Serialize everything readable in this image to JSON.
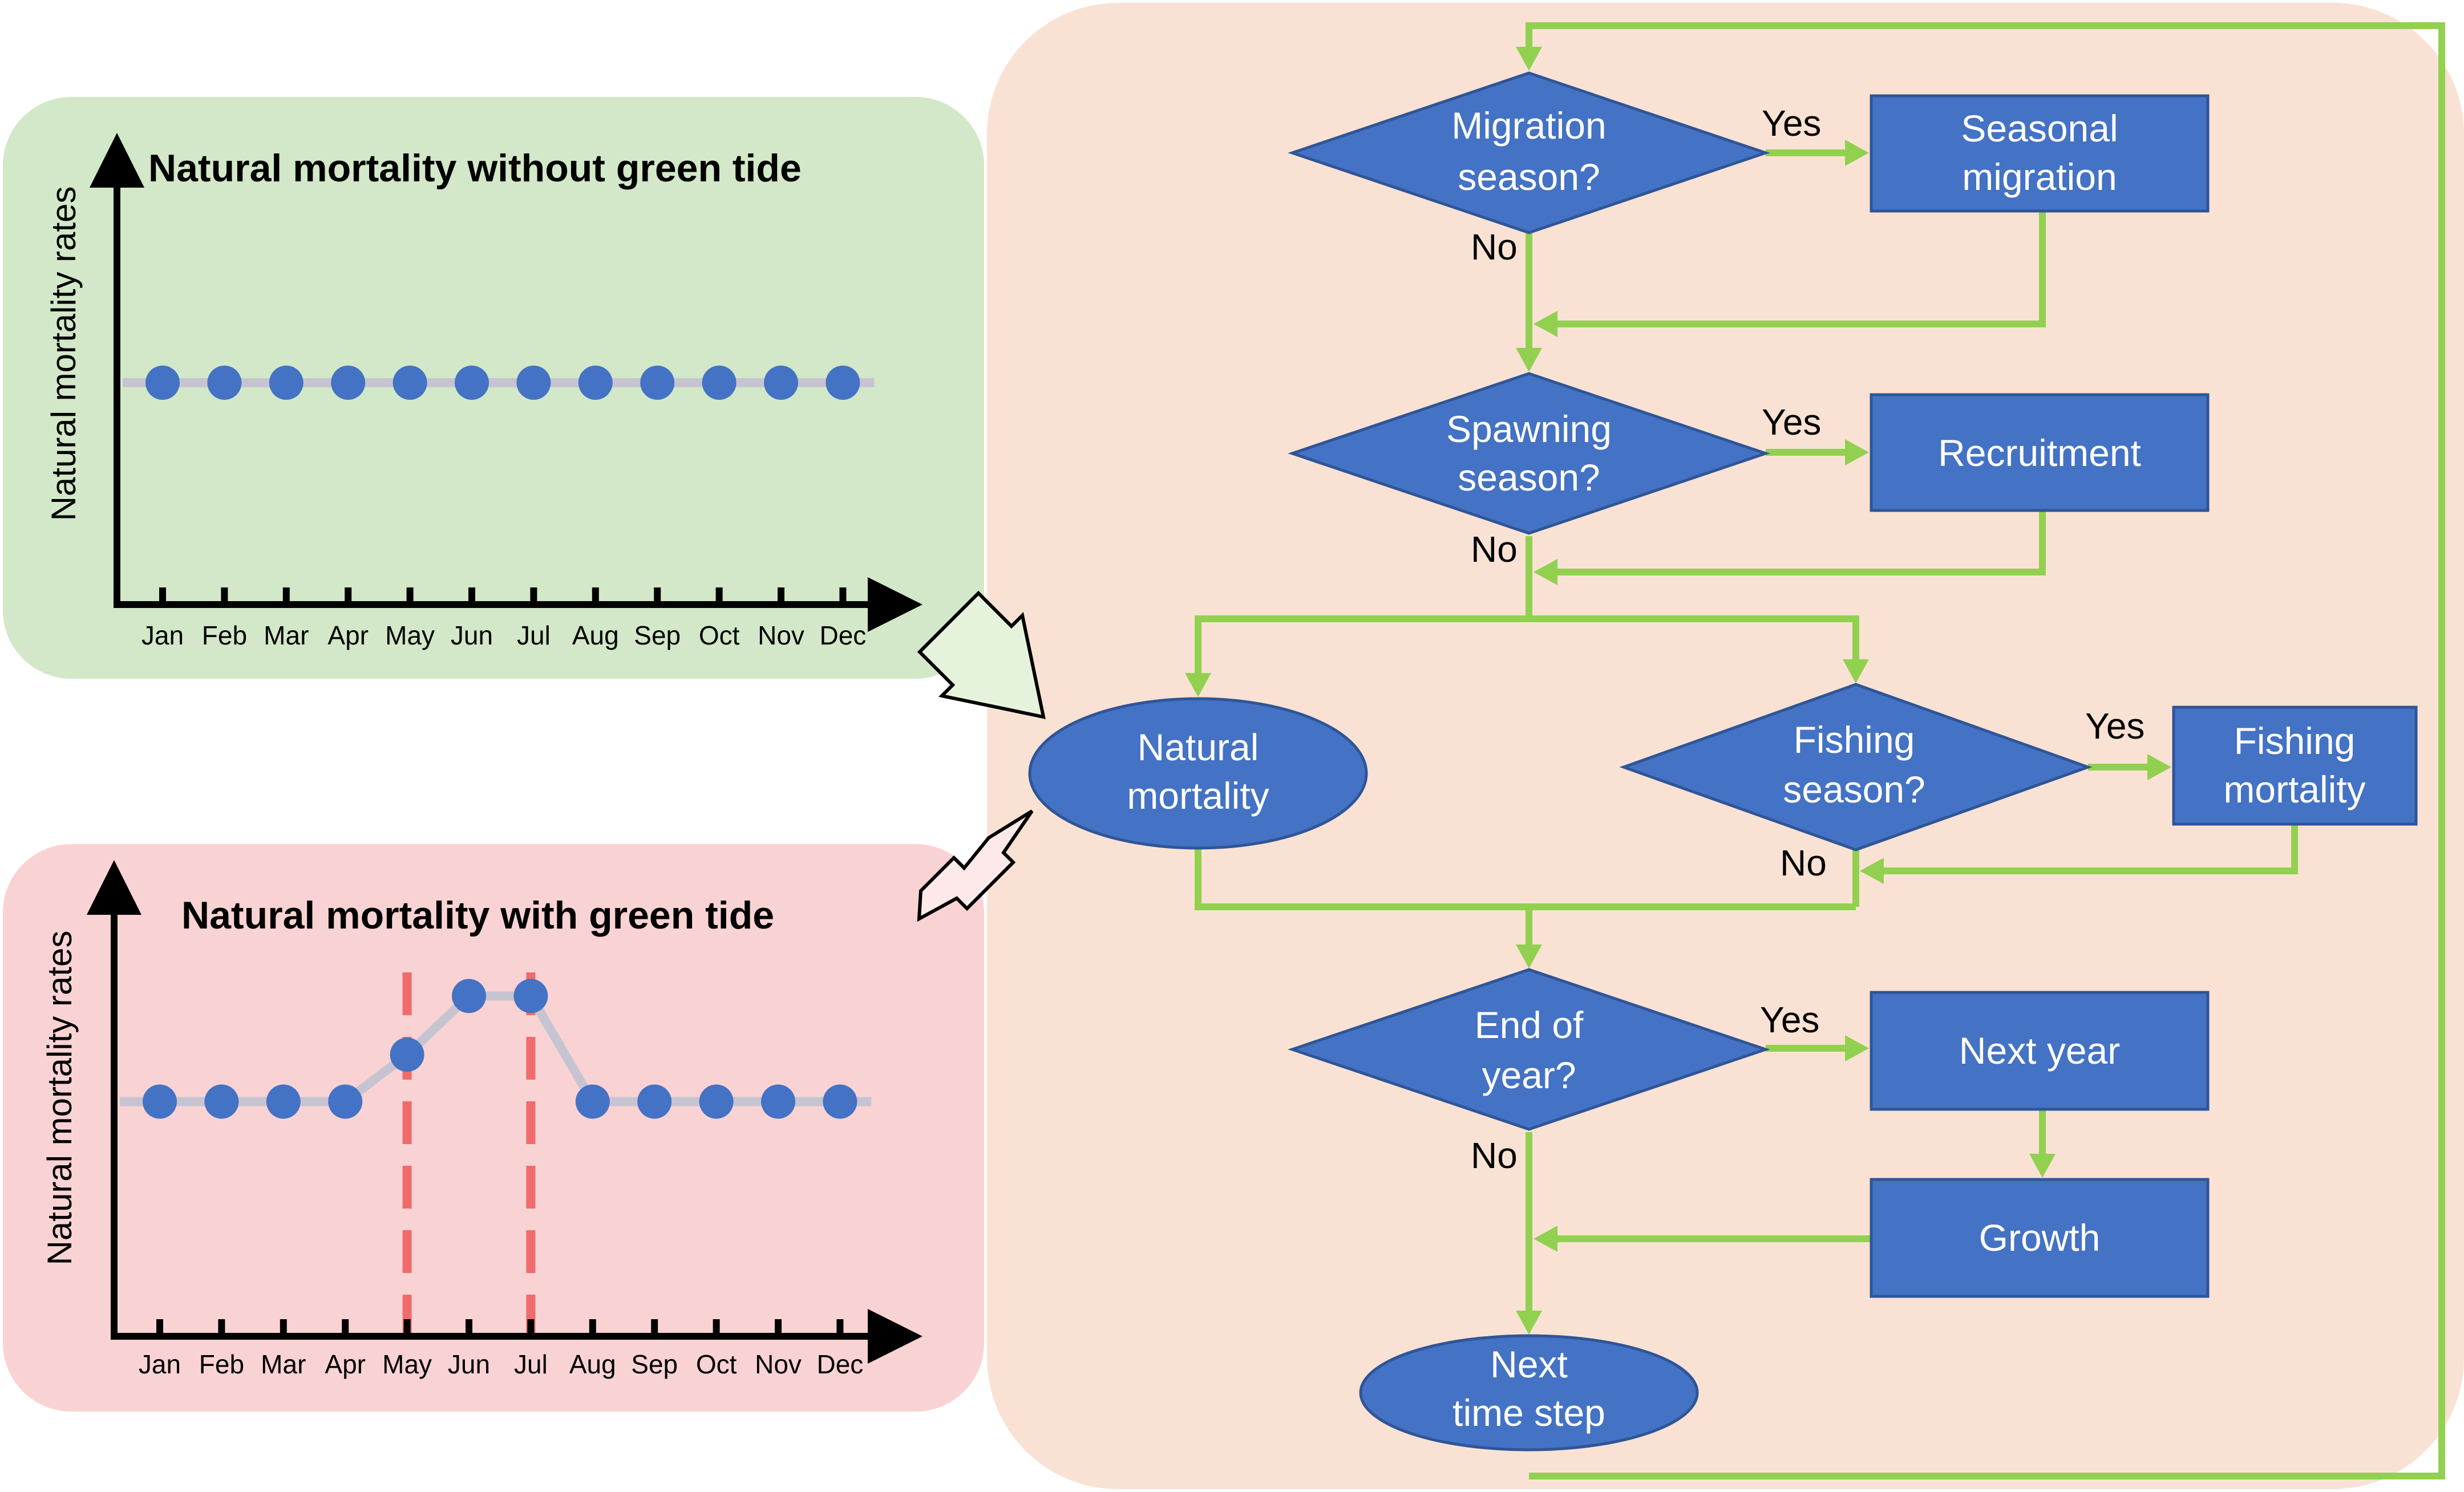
{
  "colors": {
    "green_panel": "#d2e8c8",
    "red_panel": "#f9d3d3",
    "flow_panel": "#f9e2d4",
    "shape_fill": "#4472c4",
    "shape_border": "#2f5597",
    "connector": "#92d050",
    "series_line": "#c7c4d2",
    "series_dot": "#4472c4",
    "bloom_marker": "#f06b6b",
    "axis": "#000000"
  },
  "charts": [
    {
      "id": "without",
      "title": "Natural mortality without green tide",
      "ylabel": "Natural mortality rates",
      "chart_data": {
        "type": "line",
        "categories": [
          "Jan",
          "Feb",
          "Mar",
          "Apr",
          "May",
          "Jun",
          "Jul",
          "Aug",
          "Sep",
          "Oct",
          "Nov",
          "Dec"
        ],
        "values": [
          1,
          1,
          1,
          1,
          1,
          1,
          1,
          1,
          1,
          1,
          1,
          1
        ],
        "ylim": [
          0,
          2
        ],
        "markers": [],
        "grid": false
      }
    },
    {
      "id": "with",
      "title": "Natural mortality with green tide",
      "ylabel": "Natural mortality rates",
      "chart_data": {
        "type": "line",
        "categories": [
          "Jan",
          "Feb",
          "Mar",
          "Apr",
          "May",
          "Jun",
          "Jul",
          "Aug",
          "Sep",
          "Oct",
          "Nov",
          "Dec"
        ],
        "values": [
          1,
          1,
          1,
          1,
          1.2,
          1.45,
          1.45,
          1,
          1,
          1,
          1,
          1
        ],
        "ylim": [
          0,
          2
        ],
        "markers": [
          "May",
          "Jul"
        ],
        "grid": false
      }
    }
  ],
  "flow": {
    "migration_q": [
      "Migration",
      "season?"
    ],
    "migration_box": [
      "Seasonal",
      "migration"
    ],
    "spawning_q": [
      "Spawning",
      "season?"
    ],
    "recruitment_box": [
      "Recruitment"
    ],
    "natural_mortality": [
      "Natural",
      "mortality"
    ],
    "fishing_q": [
      "Fishing",
      "season?"
    ],
    "fishing_box": [
      "Fishing",
      "mortality"
    ],
    "end_year_q": [
      "End of",
      "year?"
    ],
    "next_year_box": [
      "Next year"
    ],
    "growth_box": [
      "Growth"
    ],
    "next_step": [
      "Next",
      "time step"
    ],
    "yes": "Yes",
    "no": "No"
  }
}
